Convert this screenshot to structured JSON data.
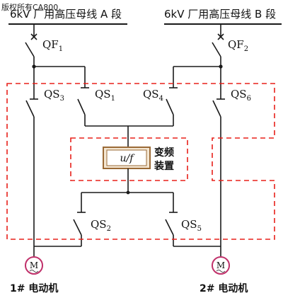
{
  "watermark": "版权所有CA800",
  "bus_a": {
    "label": "6kV 厂用高压母线 A 段"
  },
  "bus_b": {
    "label": "6kV 厂用高压母线 B 段"
  },
  "breakers": [
    {
      "name": "QF",
      "sub": "1"
    },
    {
      "name": "QF",
      "sub": "2"
    }
  ],
  "switches": [
    {
      "name": "QS",
      "sub": "3"
    },
    {
      "name": "QS",
      "sub": "1"
    },
    {
      "name": "QS",
      "sub": "4"
    },
    {
      "name": "QS",
      "sub": "6"
    },
    {
      "name": "QS",
      "sub": "2"
    },
    {
      "name": "QS",
      "sub": "5"
    }
  ],
  "converter": {
    "symbol": "u/f",
    "label_line1": "变频",
    "label_line2": "装置"
  },
  "motors": [
    {
      "symbol": "M",
      "label": "1# 电动机"
    },
    {
      "symbol": "M",
      "label": "2# 电动机"
    }
  ],
  "colors": {
    "line": "#1a1a1a",
    "boundary": "#e8201a",
    "converter_frame": "#9a6a36"
  }
}
